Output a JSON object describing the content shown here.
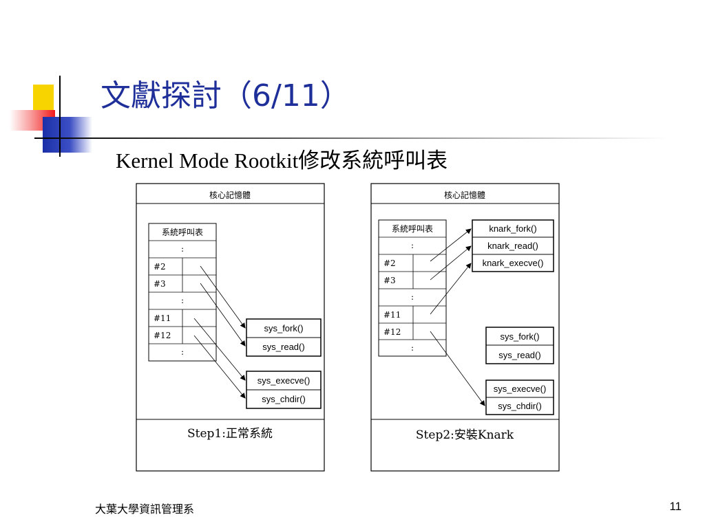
{
  "title": "文獻探討（6/11）",
  "subtitle": "Kernel Mode Rootkit修改系統呼叫表",
  "footer": {
    "school": "大葉大學資訊管理系",
    "page_number": "11"
  },
  "panels": [
    {
      "header": "核心記憶體",
      "table_title": "系統呼叫表",
      "rows": [
        ":",
        "#2",
        "#3",
        ":",
        "#11",
        "#12",
        ":"
      ],
      "function_groups": [
        [
          "sys_fork()",
          "sys_read()"
        ],
        [
          "sys_execve()",
          "sys_chdir()"
        ]
      ],
      "caption": "Step1:正常系統"
    },
    {
      "header": "核心記憶體",
      "table_title": "系統呼叫表",
      "rows": [
        ":",
        "#2",
        "#3",
        ":",
        "#11",
        "#12",
        ":"
      ],
      "function_groups": [
        [
          "knark_fork()",
          "knark_read()",
          "knark_execve()"
        ],
        [
          "sys_fork()",
          "sys_read()"
        ],
        [
          "sys_execve()",
          "sys_chdir()"
        ]
      ],
      "caption": "Step2:安裝Knark"
    }
  ]
}
